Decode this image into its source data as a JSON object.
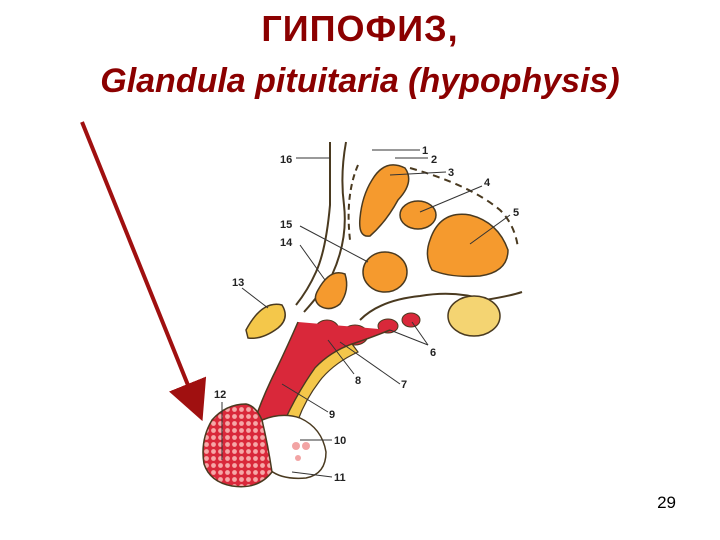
{
  "slide": {
    "title_ru": "ГИПОФИЗ,",
    "title_lat": "Glandula pituitaria (hypophysis)",
    "page_number": "29"
  },
  "colors": {
    "title": "#8b0000",
    "arrow": "#a01010",
    "orange": "#f59a2e",
    "red": "#d9283a",
    "yellow": "#f4c74a",
    "outline": "#4a3a20"
  },
  "diagram": {
    "labels": [
      "1",
      "2",
      "3",
      "4",
      "5",
      "6",
      "7",
      "8",
      "9",
      "10",
      "11",
      "12",
      "13",
      "14",
      "15",
      "16"
    ]
  }
}
